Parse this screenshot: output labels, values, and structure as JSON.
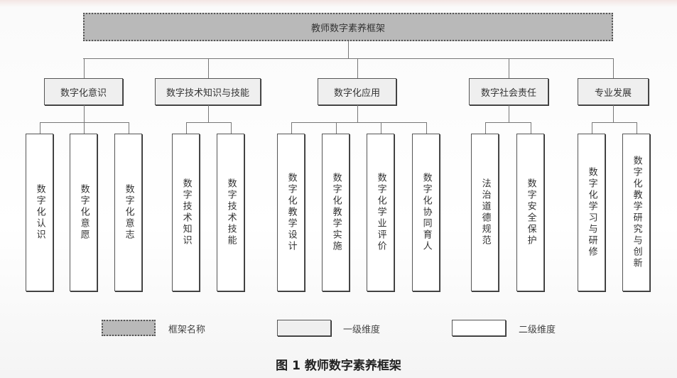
{
  "root": {
    "label": "教师数字素养框架"
  },
  "dimensions": [
    {
      "label": "数字化意识",
      "children": [
        "数字化认识",
        "数字化意愿",
        "数字化意志"
      ]
    },
    {
      "label": "数字技术知识与技能",
      "children": [
        "数字技术知识",
        "数字技术技能"
      ]
    },
    {
      "label": "数字化应用",
      "children": [
        "数字化教学设计",
        "数字化教学实施",
        "数字化学业评价",
        "数字化协同育人"
      ]
    },
    {
      "label": "数字社会责任",
      "children": [
        "法治道德规范",
        "数字安全保护"
      ]
    },
    {
      "label": "专业发展",
      "children": [
        "数字化学习与研修",
        "数字化教学研究与创新"
      ]
    }
  ],
  "legend": [
    {
      "label": "框架名称"
    },
    {
      "label": "一级维度"
    },
    {
      "label": "二级维度"
    }
  ],
  "caption": "图 1 教师数字素养框架"
}
